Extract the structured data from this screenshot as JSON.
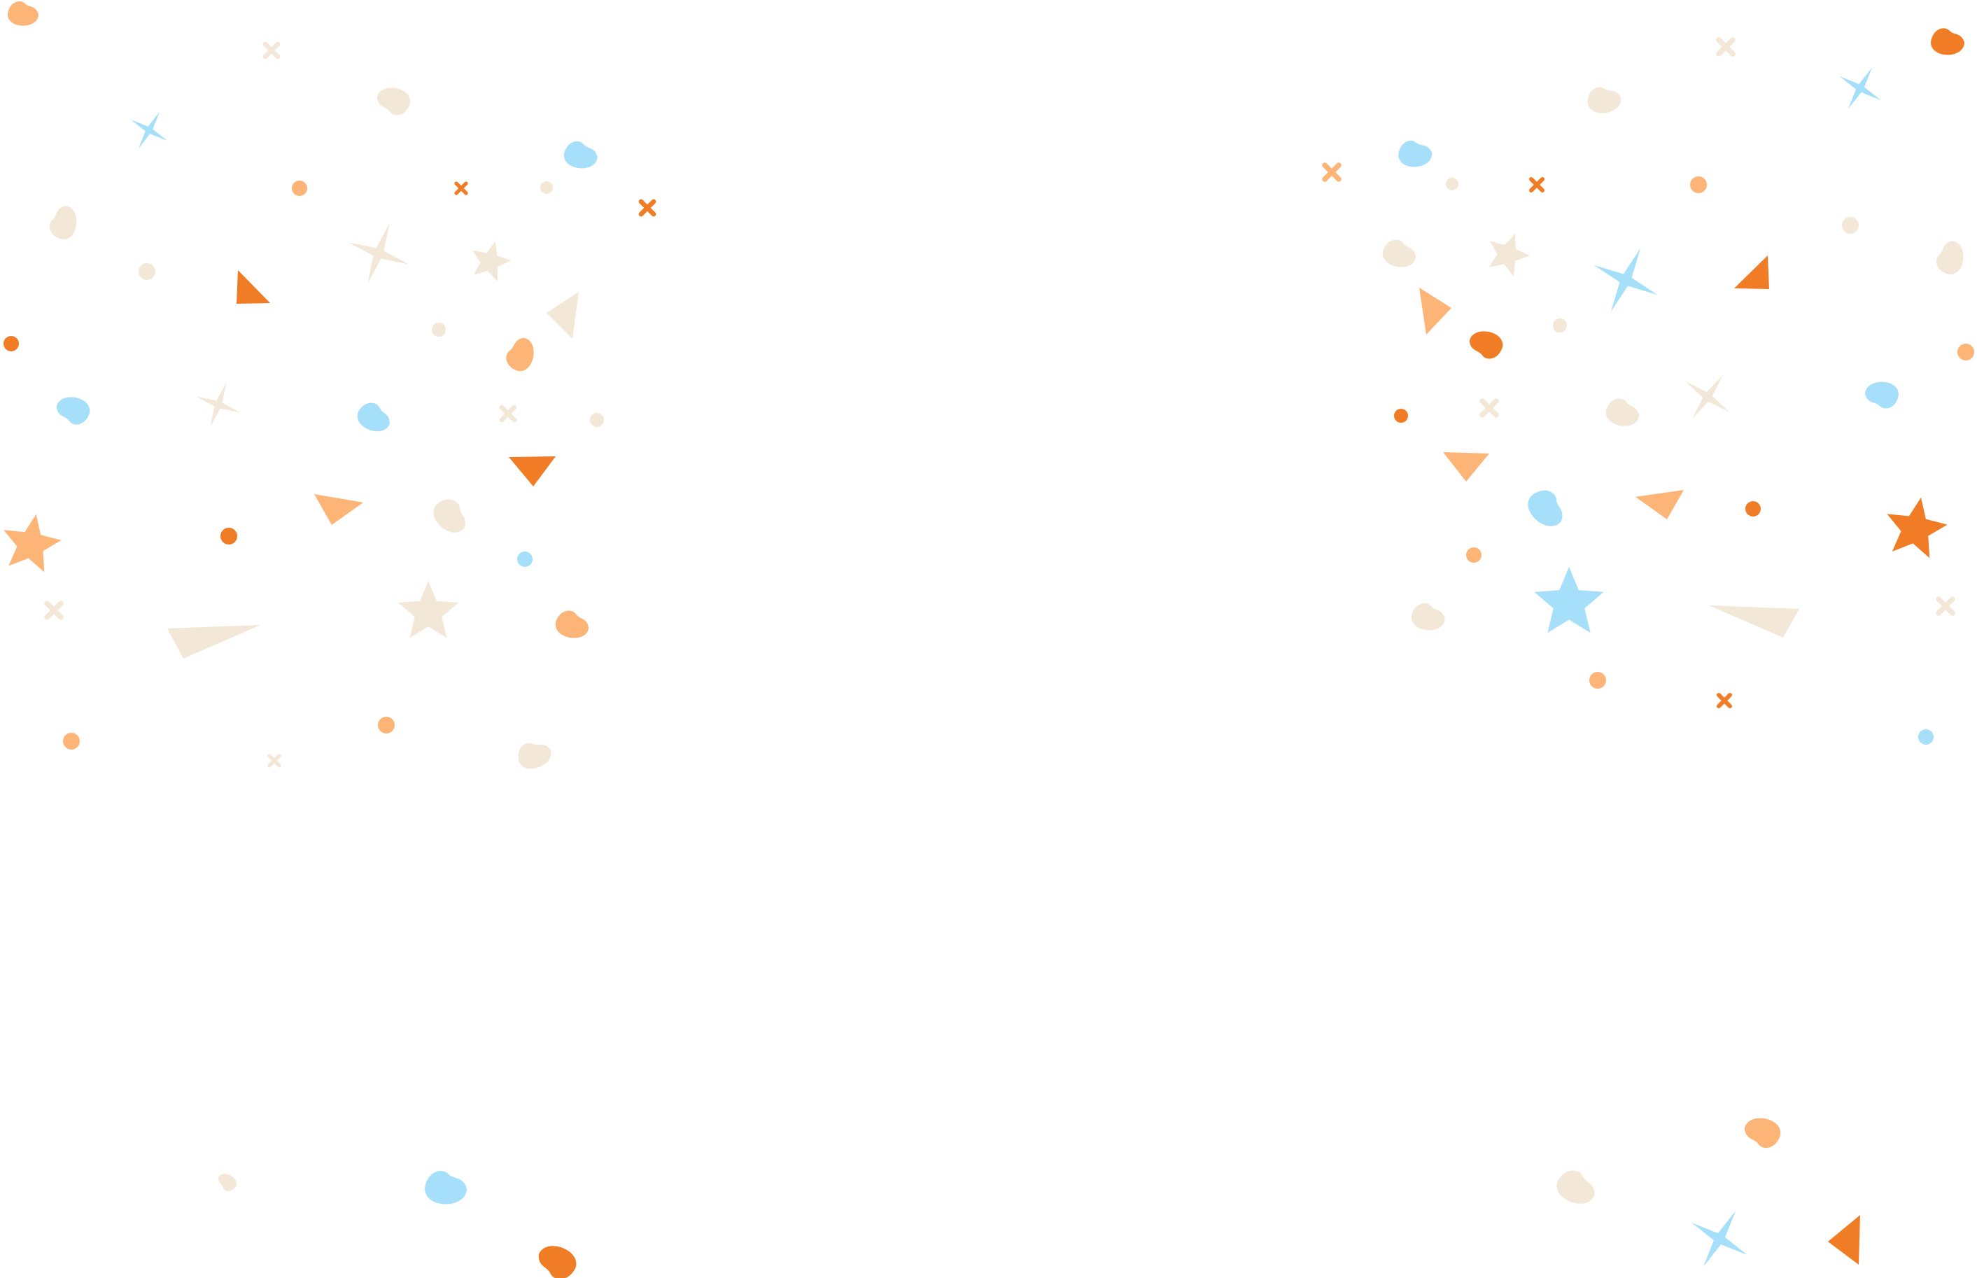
{
  "scene": {
    "description_kind": "decorative-confetti-background",
    "background_color": "#ffffff"
  },
  "palette": {
    "orange": "#f07c26",
    "peach": "#fdb577",
    "cream": "#f3e8d7",
    "sky": "#a5dff9"
  },
  "shape_types": [
    "dot",
    "triangle",
    "star",
    "sparkle",
    "cross",
    "petal"
  ]
}
